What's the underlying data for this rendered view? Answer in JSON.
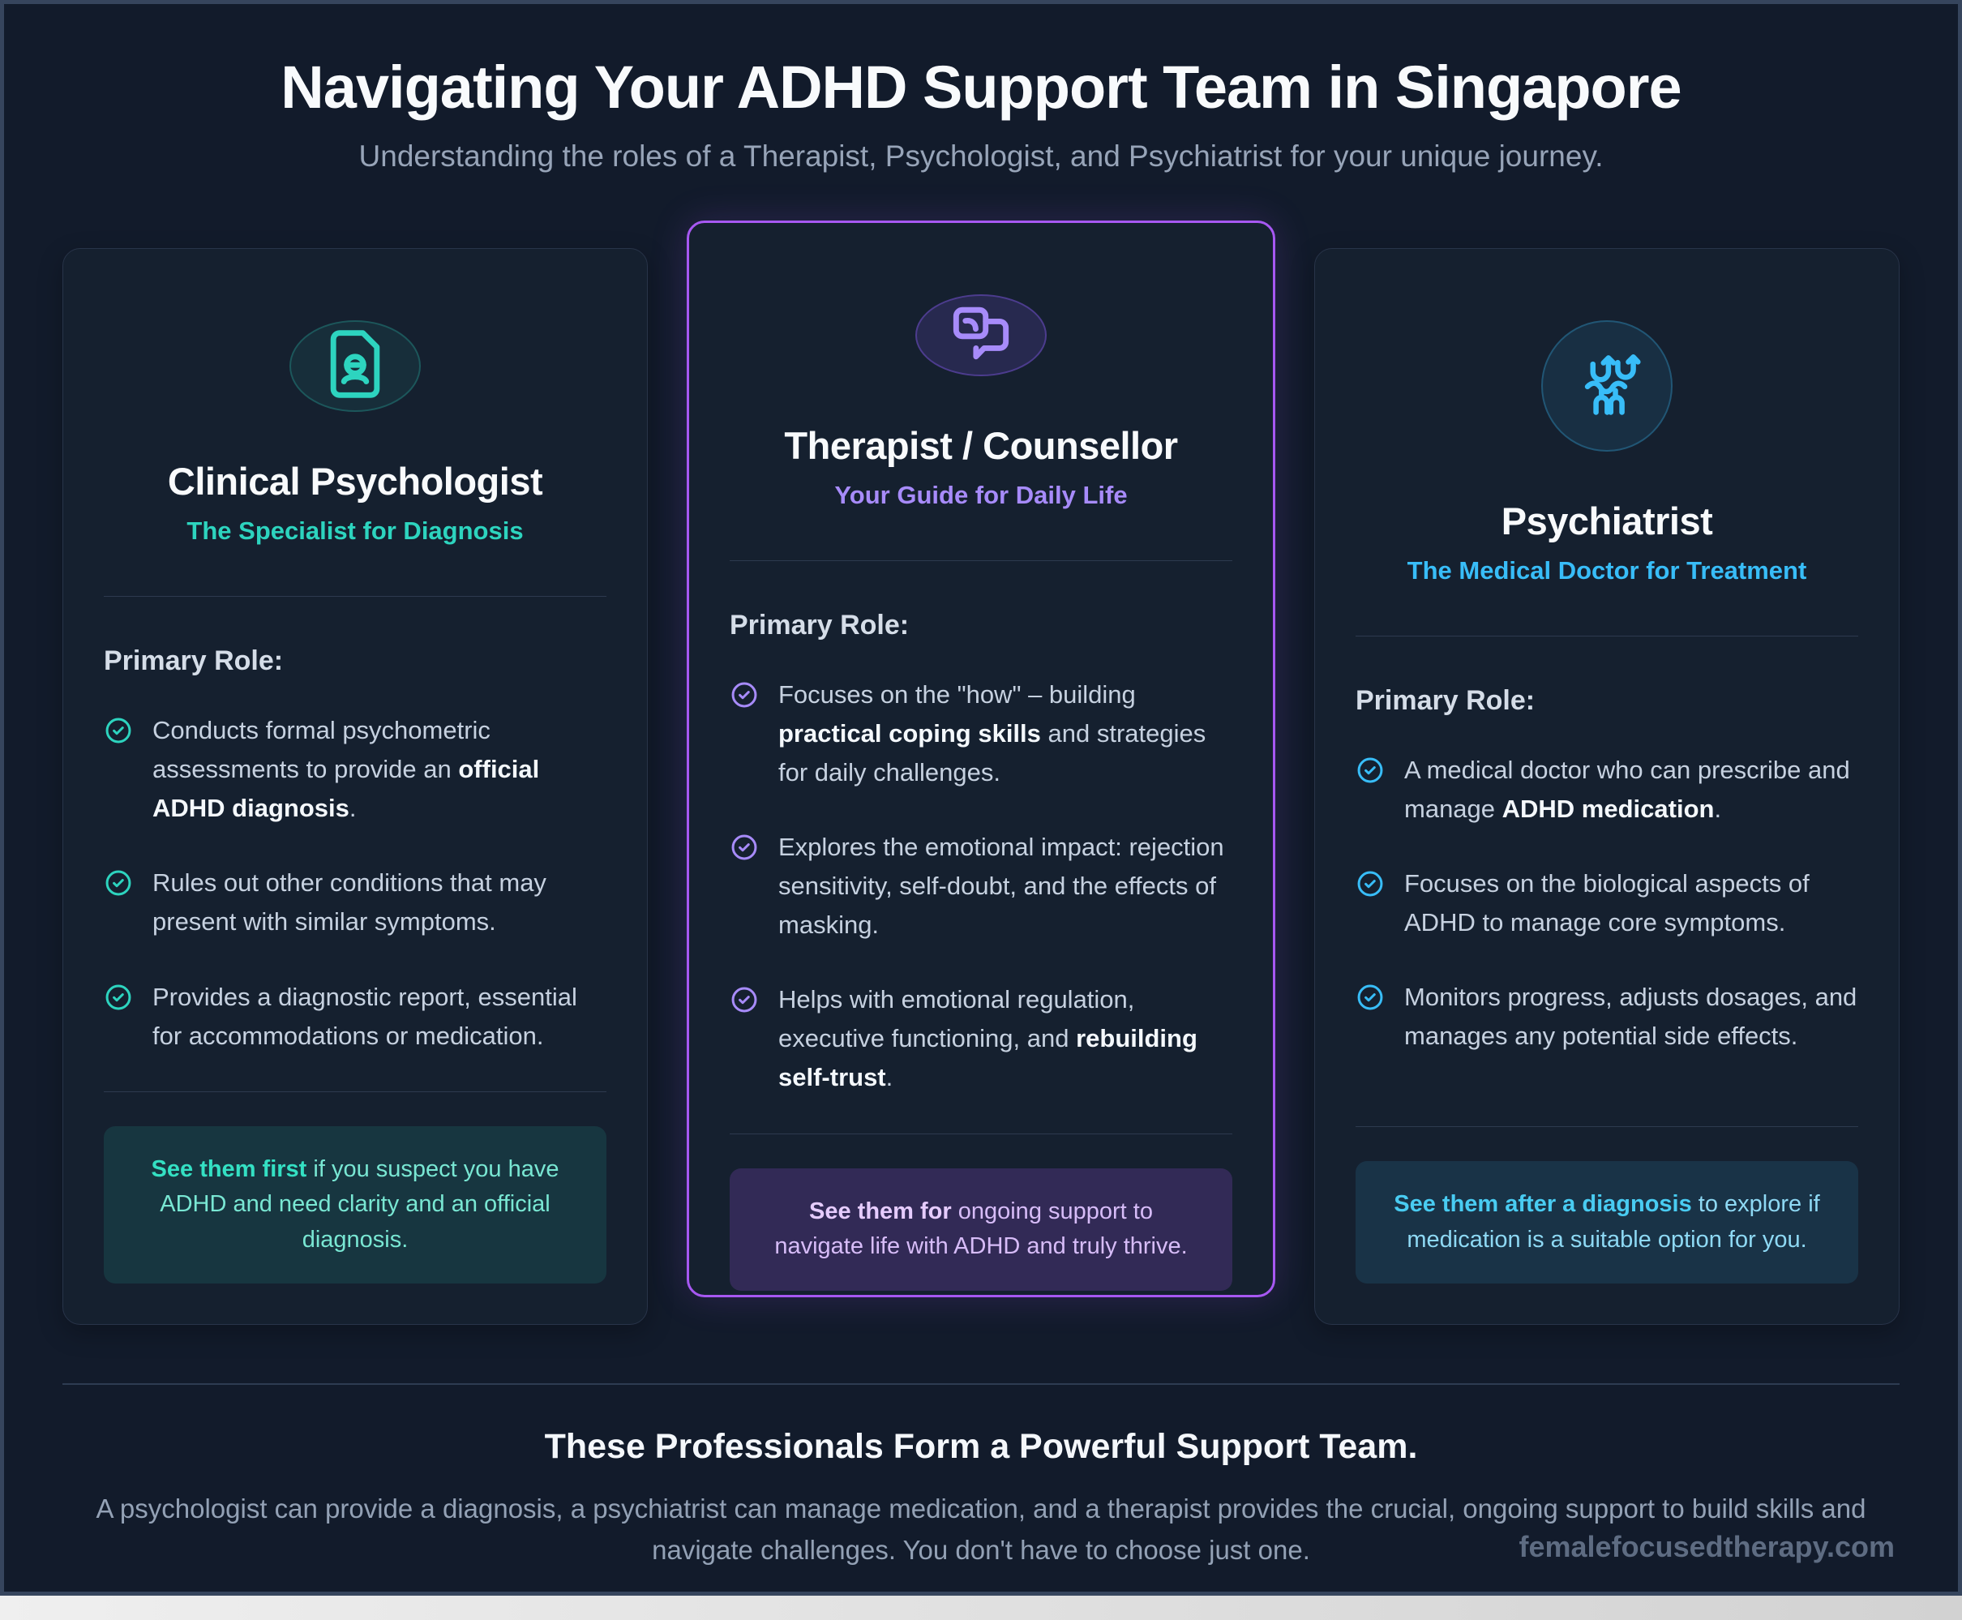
{
  "header": {
    "title": "Navigating Your ADHD Support Team in Singapore",
    "subtitle": "Understanding the roles of a Therapist, Psychologist, and Psychiatrist for your unique journey."
  },
  "colors": {
    "background": "#121b2b",
    "card_background": "#15202f",
    "teal_accent": "#2dd4bf",
    "purple_accent": "#a78bfa",
    "purple_card_border": "#a855f7",
    "blue_accent": "#38bdf8"
  },
  "cards": [
    {
      "name": "clinical-psychologist",
      "icon": "file-user-icon",
      "accent_color": "#2dd4bf",
      "title": "Clinical Psychologist",
      "subtitle": "The Specialist for Diagnosis",
      "role_heading": "Primary Role:",
      "bullets": [
        [
          {
            "t": "Conducts formal psychometric assessments to provide an "
          },
          {
            "t": "official ADHD diagnosis",
            "b": true
          },
          {
            "t": "."
          }
        ],
        [
          {
            "t": "Rules out other conditions that may present with similar symptoms."
          }
        ],
        [
          {
            "t": "Provides a diagnostic report, essential for accommodations or medication."
          }
        ]
      ],
      "callout": [
        {
          "t": "See them first",
          "b": true
        },
        {
          "t": " if you suspect you have ADHD and need clarity and an official diagnosis."
        }
      ]
    },
    {
      "name": "therapist-counsellor",
      "icon": "chat-bubbles-icon",
      "accent_color": "#a78bfa",
      "border_color": "#a855f7",
      "title": "Therapist / Counsellor",
      "subtitle": "Your Guide for Daily Life",
      "role_heading": "Primary Role:",
      "bullets": [
        [
          {
            "t": "Focuses on the \"how\" – building "
          },
          {
            "t": "practical coping skills",
            "b": true
          },
          {
            "t": " and strategies for daily challenges."
          }
        ],
        [
          {
            "t": "Explores the emotional impact: rejection sensitivity, self-doubt, and the effects of masking."
          }
        ],
        [
          {
            "t": "Helps with emotional regulation, executive functioning, and "
          },
          {
            "t": "rebuilding self-trust",
            "b": true
          },
          {
            "t": "."
          }
        ]
      ],
      "callout": [
        {
          "t": "See them for",
          "b": true
        },
        {
          "t": " ongoing support to navigate life with ADHD and truly thrive."
        }
      ]
    },
    {
      "name": "psychiatrist",
      "icon": "neurotransmitter-icon",
      "accent_color": "#38bdf8",
      "title": "Psychiatrist",
      "subtitle": "The Medical Doctor for Treatment",
      "role_heading": "Primary Role:",
      "bullets": [
        [
          {
            "t": "A medical doctor who can prescribe and manage "
          },
          {
            "t": "ADHD medication",
            "b": true
          },
          {
            "t": "."
          }
        ],
        [
          {
            "t": "Focuses on the biological aspects of ADHD to manage core symptoms."
          }
        ],
        [
          {
            "t": "Monitors progress, adjusts dosages, and manages any potential side effects."
          }
        ]
      ],
      "callout": [
        {
          "t": "See them after a diagnosis",
          "b": true
        },
        {
          "t": " to explore if medication is a suitable option for you."
        }
      ]
    }
  ],
  "footer": {
    "heading": "These Professionals Form a Powerful Support Team.",
    "body": "A psychologist can provide a diagnosis, a psychiatrist can manage medication, and a therapist provides the crucial, ongoing support to build skills and navigate challenges. You don't have to choose just one.",
    "watermark": "femalefocusedtherapy.com"
  }
}
